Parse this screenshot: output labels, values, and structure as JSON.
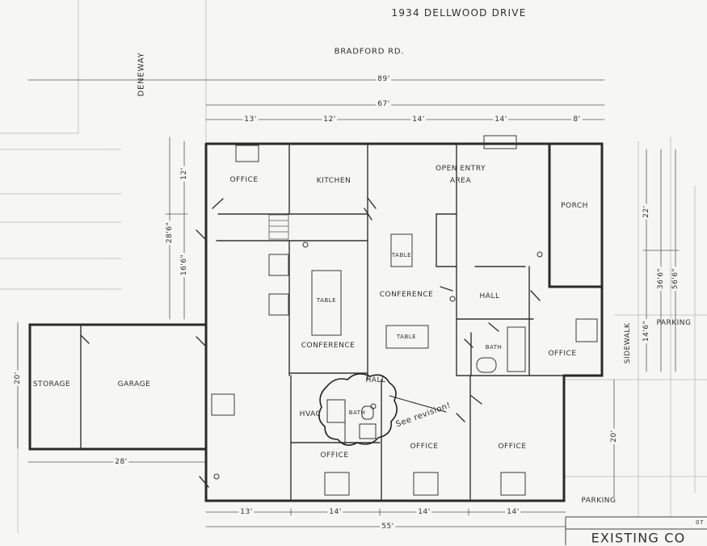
{
  "header": {
    "address": "1934 DELLWOOD DRIVE",
    "street_top": "BRADFORD RD.",
    "street_side": "DENEWAY"
  },
  "rooms": {
    "office_nw": "OFFICE",
    "kitchen": "KITCHEN",
    "open_entry_1": "OPEN ENTRY",
    "open_entry_2": "AREA",
    "porch": "PORCH",
    "table_left": "TABLE",
    "conference_left": "CONFERENCE",
    "table_center_top": "TABLE",
    "conference_center": "CONFERENCE",
    "table_center_bottom": "TABLE",
    "hall_upper": "HALL",
    "bath_upper": "BATH",
    "office_east": "OFFICE",
    "storage": "STORAGE",
    "garage": "GARAGE",
    "hall_lower": "HALL",
    "hvac": "HVAC",
    "bath_lower": "BATH",
    "office_sw": "OFFICE",
    "office_s_mid": "OFFICE",
    "office_se": "OFFICE",
    "note": "See revision!",
    "sidewalk": "SIDEWALK",
    "parking_upper": "PARKING",
    "parking_lower": "PARKING",
    "title_block": "EXISTING CO"
  },
  "dimensions": {
    "overall_89": "89'",
    "overall_67": "67'",
    "d13_top": "13'",
    "d12_top": "12'",
    "d14_top_a": "14'",
    "d14_top_b": "14'",
    "d8_top": "8'",
    "d12_left": "12'",
    "d28_6_left": "28'6\"",
    "d16_6_left": "16'6\"",
    "d20_garage": "20'",
    "d28_garage": "28'",
    "d22_right": "22'",
    "d14_6_right": "14'6\"",
    "d36_6_right": "36'6\"",
    "d56_6_right": "56'6\"",
    "d20_right": "20'",
    "d13_bottom": "13'",
    "d14_bottom_a": "14'",
    "d14_bottom_b": "14'",
    "d14_bottom_c": "14'",
    "d55_bottom": "55'",
    "revision_mark": "07"
  }
}
